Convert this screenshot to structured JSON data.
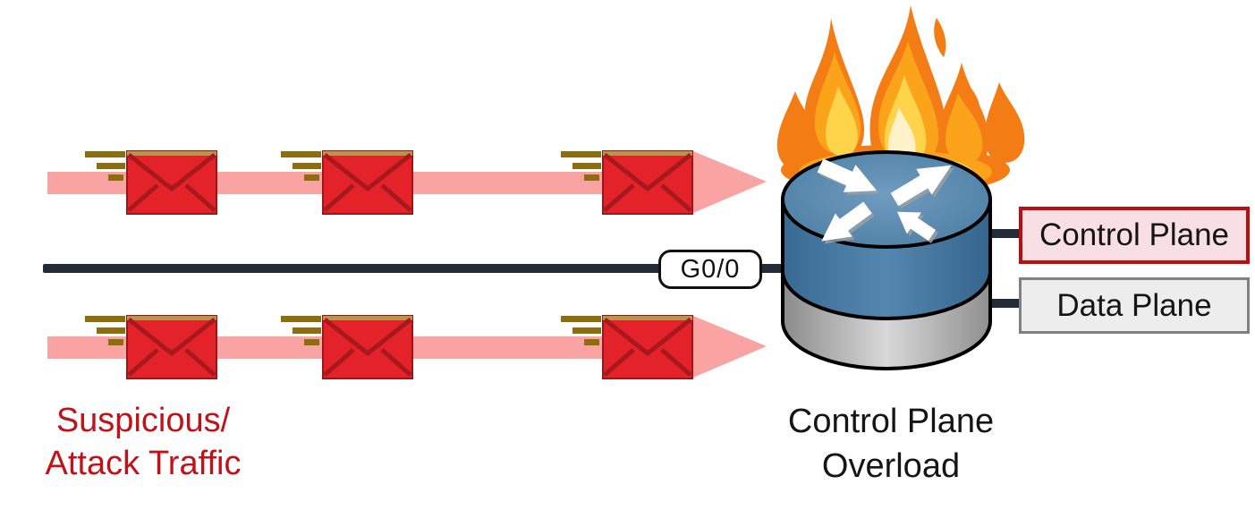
{
  "attack_label": {
    "line1": "Suspicious/",
    "line2": "Attack Traffic"
  },
  "router_caption": {
    "line1": "Control Plane",
    "line2": "Overload"
  },
  "interface_label": "G0/0",
  "planes": {
    "control": "Control Plane",
    "data": "Data Plane"
  },
  "icons": [
    "envelope-icon",
    "speed-lines-icon",
    "flow-arrow-icon",
    "flame-icon",
    "router-icon",
    "routing-arrows-icon"
  ],
  "colors": {
    "pink_arrow": "#f9a3a3",
    "env_red": "#e4222a",
    "env_flap": "#a8191d",
    "env_edge": "#9e1418",
    "env_trim": "#b5964a",
    "speed_line": "#8d6e0e",
    "link_dark": "#242b38",
    "attack_text": "#c1121a",
    "ink": "#151515",
    "control_fill": "#f7dfe3",
    "control_border": "#c00b10",
    "data_fill": "#ededed",
    "data_border": "#808080",
    "router_blue": "#4d80a9",
    "router_gray_light": "#d2d2d2",
    "flame_orange": "#f47c15",
    "flame_mid": "#fba41b",
    "flame_yellow": "#ffd44a"
  }
}
